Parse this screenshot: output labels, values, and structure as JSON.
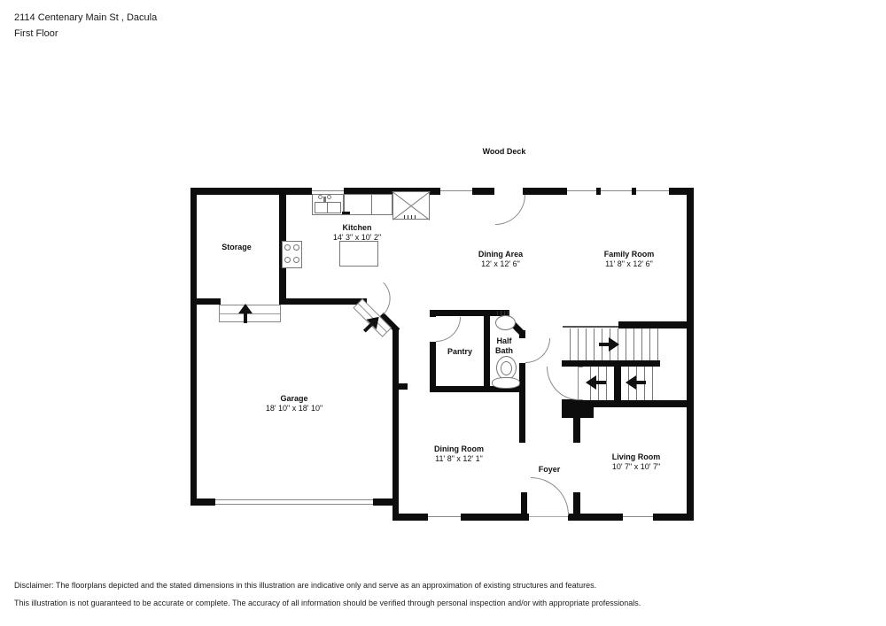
{
  "header": {
    "address": "2114 Centenary Main St , Dacula",
    "floor": "First Floor"
  },
  "plan": {
    "deck_label": "Wood Deck",
    "rooms": {
      "storage": {
        "name": "Storage",
        "dims": ""
      },
      "kitchen": {
        "name": "Kitchen",
        "dims": "14' 3\" x 10' 2\""
      },
      "dining_area": {
        "name": "Dining Area",
        "dims": "12' x 12' 6\""
      },
      "family_room": {
        "name": "Family Room",
        "dims": "11' 8\" x 12' 6\""
      },
      "pantry": {
        "name": "Pantry",
        "dims": ""
      },
      "half_bath": {
        "name": "Half Bath",
        "dims": ""
      },
      "garage": {
        "name": "Garage",
        "dims": "18' 10\" x 18' 10\""
      },
      "dining_room": {
        "name": "Dining Room",
        "dims": "11' 8\" x 12' 1\""
      },
      "foyer": {
        "name": "Foyer",
        "dims": ""
      },
      "living_room": {
        "name": "Living Room",
        "dims": "10' 7\" x 10' 7\""
      }
    }
  },
  "disclaimer": {
    "line1": "Disclaimer: The floorplans depicted and the stated dimensions in this illustration are indicative only and serve as an approximation of existing structures and features.",
    "line2": "This illustration is not guaranteed to be accurate or complete. The accuracy of all information should be verified through personal inspection and/or with appropriate professionals."
  }
}
